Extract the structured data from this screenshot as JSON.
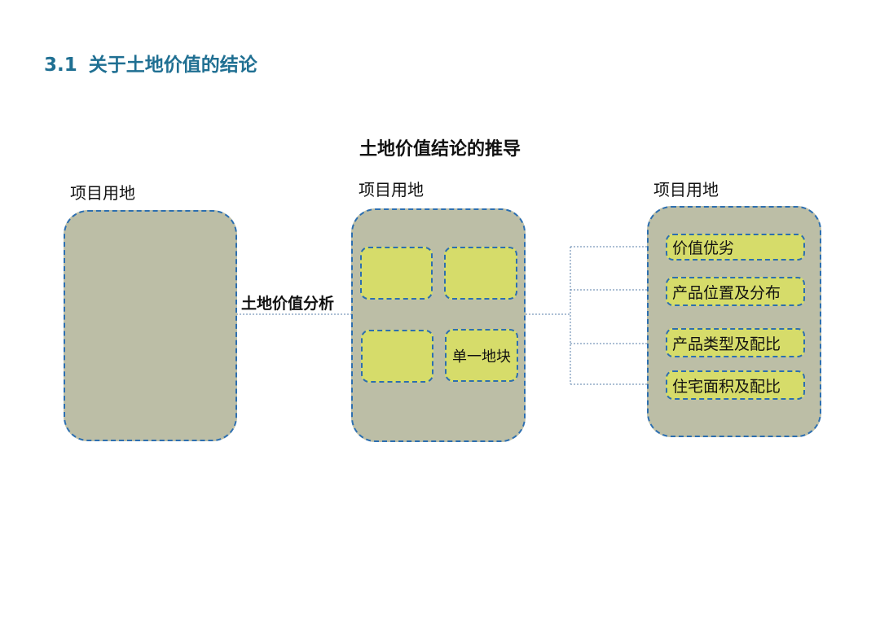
{
  "section": {
    "number": "3.1",
    "title": "关于土地价值的结论"
  },
  "diagram": {
    "title": "土地价值结论的推导",
    "left_box": {
      "label": "项目用地"
    },
    "connector_label": "土地价值分析",
    "middle_box": {
      "label": "项目用地",
      "cells": [
        "",
        "",
        "",
        "单一地块"
      ]
    },
    "right_box": {
      "label": "项目用地",
      "items": [
        "价值优劣",
        "产品位置及分布",
        "产品类型及配比",
        "住宅面积及配比"
      ]
    }
  },
  "colors": {
    "heading": "#1f6f92",
    "panel_fill": "#bcbea6",
    "cell_fill": "#d6dc6a",
    "dashed_border": "#2d6fb0",
    "connector": "#5a7fa8"
  }
}
